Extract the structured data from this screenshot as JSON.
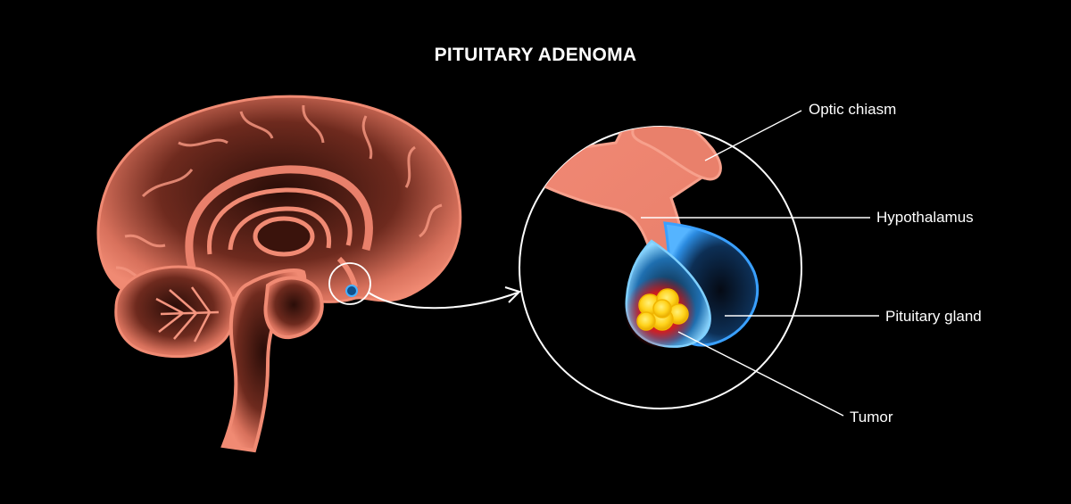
{
  "title": "PITUITARY ADENOMA",
  "labels": {
    "optic_chiasm": "Optic chiasm",
    "hypothalamus": "Hypothalamus",
    "pituitary_gland": "Pituitary gland",
    "tumor": "Tumor"
  },
  "colors": {
    "background": "#000000",
    "brain": "#e9806b",
    "brain_dark": "#4a1a12",
    "pituitary": "#2f8fe6",
    "tumor_core": "#ffd21a",
    "tumor_glow": "#e01818",
    "lines": "#ffffff"
  }
}
